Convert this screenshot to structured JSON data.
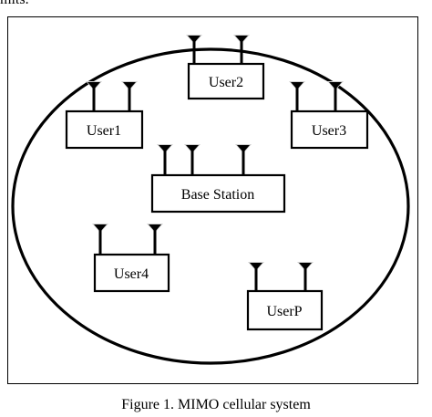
{
  "page": {
    "top_fragment": "mits.",
    "caption": "Figure 1. MIMO cellular system"
  },
  "nodes": [
    {
      "id": "user1",
      "label": "User1",
      "antennas": 2
    },
    {
      "id": "user2",
      "label": "User2",
      "antennas": 2
    },
    {
      "id": "user3",
      "label": "User3",
      "antennas": 2
    },
    {
      "id": "base-station",
      "label": "Base Station",
      "antennas": 3
    },
    {
      "id": "user4",
      "label": "User4",
      "antennas": 2
    },
    {
      "id": "userp",
      "label": "UserP",
      "antennas": 2
    }
  ],
  "colors": {
    "stroke": "#000000",
    "background": "#ffffff",
    "antenna_fan": "#cfcfcf"
  }
}
